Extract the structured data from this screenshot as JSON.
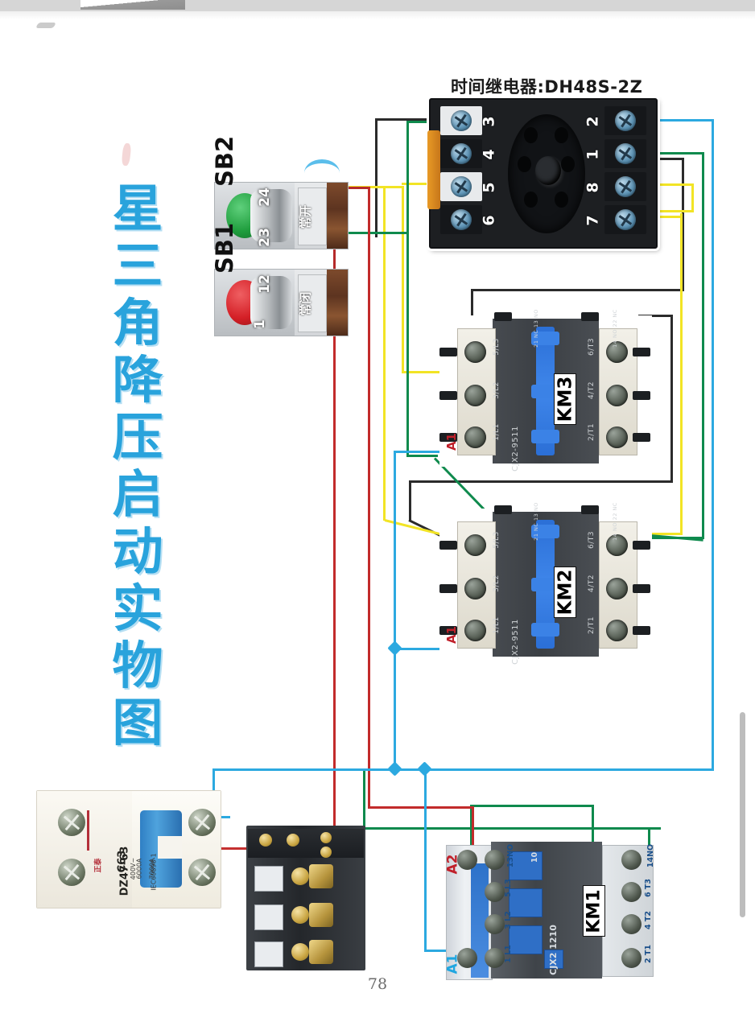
{
  "document": {
    "vertical_title": [
      "星",
      "三",
      "角",
      "降",
      "压",
      "启",
      "动",
      "实",
      "物",
      "图"
    ],
    "vertical_title_text": "星三角降压启动实物图",
    "relay_caption": "时间继电器:DH48S-2Z",
    "page_number": "78"
  },
  "time_relay": {
    "label": "时间继电器:DH48S-2Z",
    "model": "DH48S-2Z",
    "terminals_left": [
      "3",
      "4",
      "5",
      "6"
    ],
    "terminals_right": [
      "2",
      "1",
      "8",
      "7"
    ]
  },
  "push_buttons": [
    {
      "name": "SB2",
      "color": "green",
      "contact_type": "常开",
      "contact_type_en": "normally-open",
      "terminals": [
        "24",
        "23"
      ],
      "cap_color": "#1f9d3d"
    },
    {
      "name": "SB1",
      "color": "red",
      "contact_type": "常闭",
      "contact_type_en": "normally-closed",
      "terminals": [
        "12",
        "1"
      ],
      "cap_color": "#d41f26"
    }
  ],
  "contactors": [
    {
      "name": "KM3",
      "model": "CJX2-9511",
      "aux_top_left": "21 NC\n13 NO",
      "aux_top_right": "14 NO\n22 NC",
      "main_terminals_left": [
        "5/L3",
        "3/L2",
        "1/L1"
      ],
      "main_terminals_right": [
        "6/T3",
        "4/T2",
        "2/T1"
      ],
      "coil": "A1"
    },
    {
      "name": "KM2",
      "model": "CJX2-9511",
      "aux_top_left": "21 NC\n13 NO",
      "aux_top_right": "14 NO\n22 NC",
      "main_terminals_left": [
        "5/L3",
        "3/L2",
        "1/L1"
      ],
      "main_terminals_right": [
        "6/T3",
        "4/T2",
        "2/T1"
      ],
      "coil": "A1"
    },
    {
      "name": "KM1",
      "model": "CJX2 1210",
      "aux_labels": [
        "13NO",
        "14NO",
        "10"
      ],
      "main_terminals_left": [
        "5 L3",
        "3 L2",
        "1 L1"
      ],
      "main_terminals_right": [
        "6 T3",
        "4 T2",
        "2 T1"
      ],
      "coil_a1": "A1",
      "coil_a2": "A2"
    }
  ],
  "breaker": {
    "name": "circuit-breaker",
    "brand": "正泰",
    "model": "DZ47-63",
    "rating": "C63",
    "spec_lines": [
      "400V~",
      "6000A",
      "IEC60898-1",
      "7000A"
    ]
  },
  "overload_relay": {
    "name": "thermal-overload-relay"
  },
  "wire_colors": {
    "blue": "#2ca9e0",
    "green": "#0f8a4d",
    "yellow": "#f2e425",
    "red": "#d22b2b",
    "black": "#2b2b2b",
    "dark_red": "#b52a2a"
  }
}
